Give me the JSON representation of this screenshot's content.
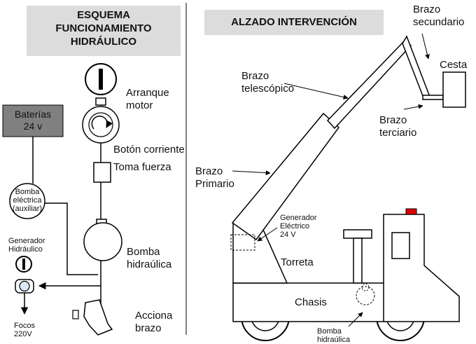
{
  "left_panel": {
    "title": "ESQUEMA\nFUNCIONAMIENTO\nHIDRÁULICO",
    "labels": {
      "baterias": "Baterías\n24 v",
      "arranque_motor": "Arranque\nmotor",
      "boton_corriente": "Botón corriente",
      "toma_fuerza": "Toma fuerza",
      "bomba_electrica": "Bomba\neléctrica\n(auxiliar)",
      "generador_hidraulico": "Generador\nHidráulico",
      "bomba_hidraulica": "Bomba\nhidraúlica",
      "acciona_brazo": "Acciona\nbrazo",
      "focos": "Focos\n220V"
    }
  },
  "right_panel": {
    "title": "ALZADO INTERVENCIÓN",
    "labels": {
      "brazo_secundario": "Brazo\nsecundario",
      "cesta": "Cesta",
      "brazo_telescopico": "Brazo\ntelescópico",
      "brazo_terciario": "Brazo\nterciario",
      "brazo_primario": "Brazo\nPrimario",
      "generador_electrico": "Generador\nEléctrico\n24 V",
      "torreta": "Torreta",
      "chasis": "Chasis",
      "bomba_hidraulica": "Bomba\nhidraúlica"
    }
  },
  "colors": {
    "title_bg": "#dcdcdc",
    "battery_fill": "#808080",
    "beacon": "#e00000",
    "line": "#000000"
  }
}
